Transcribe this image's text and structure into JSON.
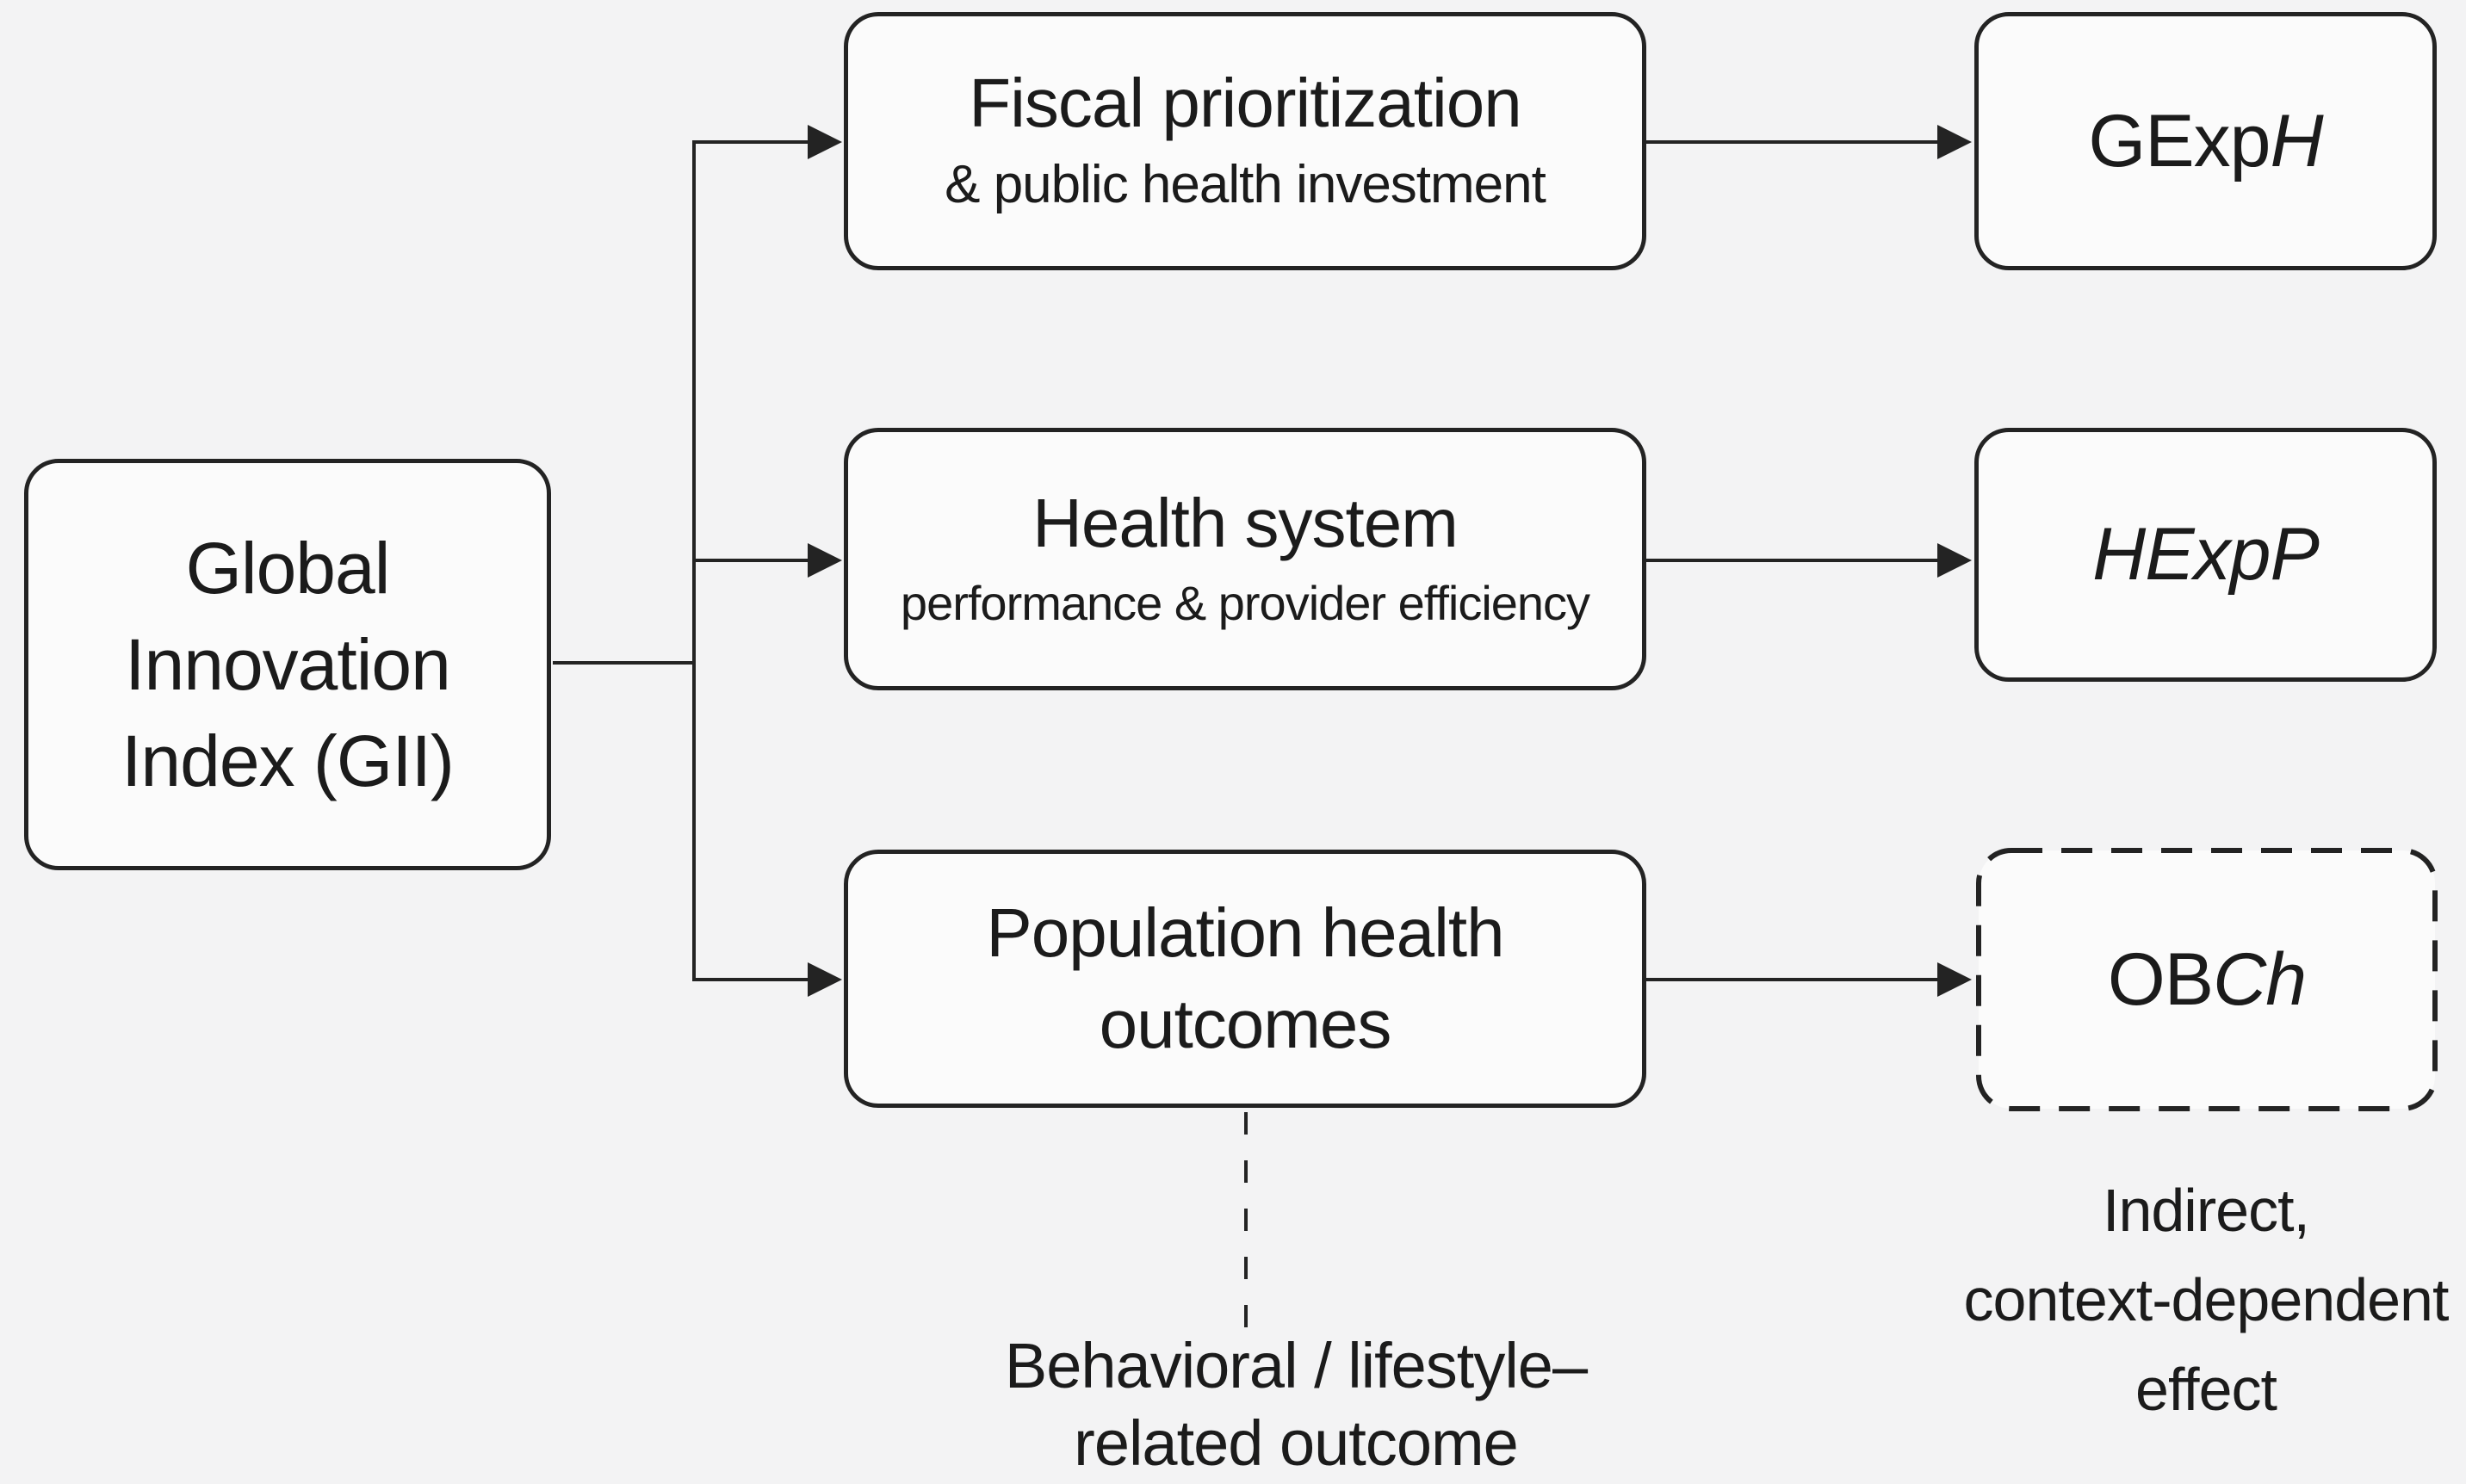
{
  "colors": {
    "background": "#f3f3f4",
    "box_fill": "#fbfbfb",
    "stroke": "#232323",
    "text": "#1b1b1b"
  },
  "gii_box": {
    "line1": "Global",
    "line2": "Innovation",
    "line3": "Index (GII)"
  },
  "mediator_boxes": [
    {
      "line1": "Fiscal prioritization",
      "line2": "& public health investment"
    },
    {
      "line1": "Health system",
      "line2": "performance & provider efficiency"
    },
    {
      "line1": "Population health",
      "line2": "outcomes"
    }
  ],
  "outcome_boxes": [
    {
      "prefix": "GExp",
      "italic": "H"
    },
    {
      "prefix": "",
      "italic": "HExpP"
    },
    {
      "prefix": "OB",
      "italic": "Ch"
    }
  ],
  "annotations": {
    "behavioral_line1": "Behavioral / lifestyle–",
    "behavioral_line2": "related outcome",
    "indirect_line1": "Indirect,",
    "indirect_line2": "context-dependent",
    "indirect_line3": "effect"
  }
}
